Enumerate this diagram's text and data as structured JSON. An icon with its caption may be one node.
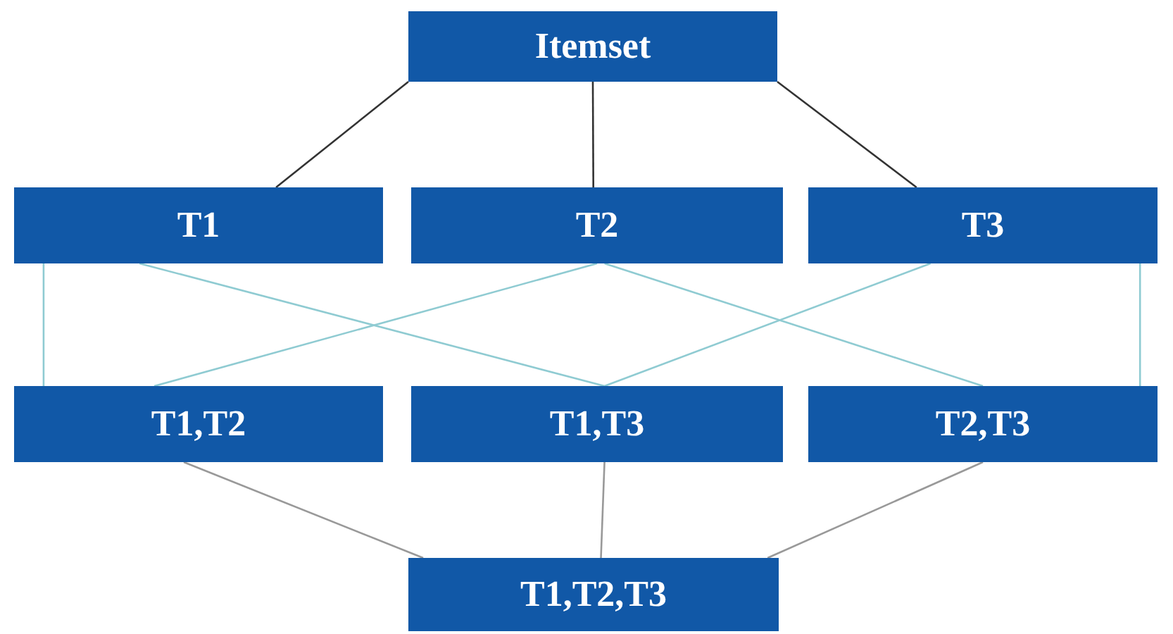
{
  "diagram": {
    "nodes": [
      {
        "text": [
          "Itemset"
        ]
      },
      {
        "text": [
          "T1"
        ]
      },
      {
        "text": [
          "T2"
        ]
      },
      {
        "text": [
          "T3"
        ]
      },
      {
        "text": [
          "T1,T2"
        ]
      },
      {
        "text": [
          "T1,T3"
        ]
      },
      {
        "text": [
          "T2,T3"
        ]
      },
      {
        "text": [
          "T1,T2,T3"
        ]
      }
    ],
    "edges": [
      {
        "from": 0,
        "to": 1,
        "arrow": "none",
        "color": "#333333"
      },
      {
        "from": 0,
        "to": 2,
        "arrow": "none",
        "color": "#333333"
      },
      {
        "from": 0,
        "to": 3,
        "arrow": "none",
        "color": "#333333"
      },
      {
        "from": 1,
        "to": 4,
        "arrow": "none"
      },
      {
        "from": 1,
        "to": 5,
        "arrow": "none"
      },
      {
        "from": 2,
        "to": 4,
        "arrow": "none"
      },
      {
        "from": 2,
        "to": 6,
        "arrow": "none"
      },
      {
        "from": 3,
        "to": 5,
        "arrow": "none"
      },
      {
        "from": 3,
        "to": 6,
        "arrow": "none"
      },
      {
        "from": 4,
        "to": 7,
        "arrow": "none",
        "color": "#999999"
      },
      {
        "from": 5,
        "to": 7,
        "arrow": "none",
        "color": "#999999"
      },
      {
        "from": 6,
        "to": 7,
        "arrow": "none",
        "color": "#999999"
      }
    ]
  }
}
